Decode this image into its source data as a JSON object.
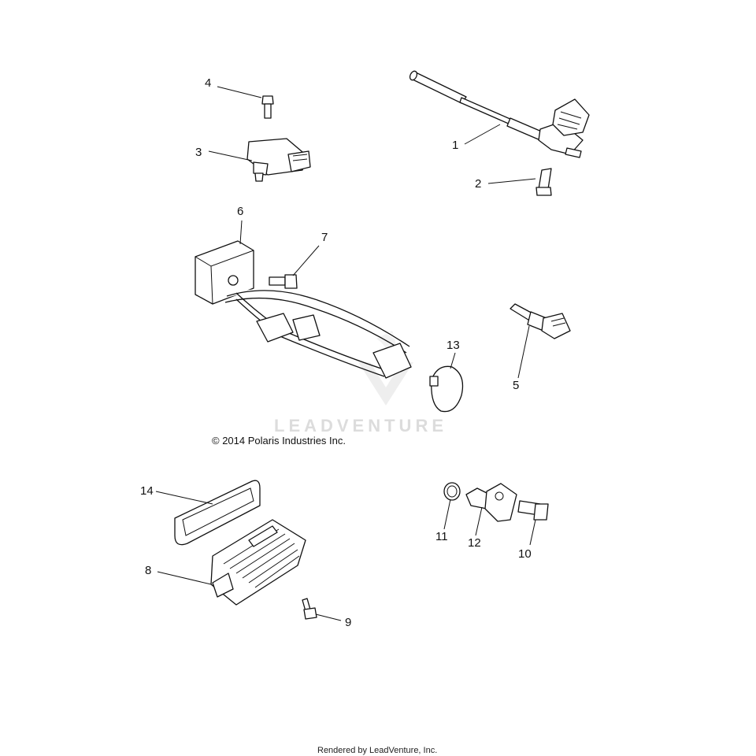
{
  "copyright": "© 2014 Polaris Industries Inc.",
  "watermark": "LEADVENTURE",
  "footer": "Rendered by LeadVenture, Inc.",
  "callouts": {
    "c1": "1",
    "c2": "2",
    "c3": "3",
    "c4": "4",
    "c5": "5",
    "c6": "6",
    "c7": "7",
    "c8": "8",
    "c9": "9",
    "c10": "10",
    "c11": "11",
    "c12": "12",
    "c13": "13",
    "c14": "14"
  }
}
